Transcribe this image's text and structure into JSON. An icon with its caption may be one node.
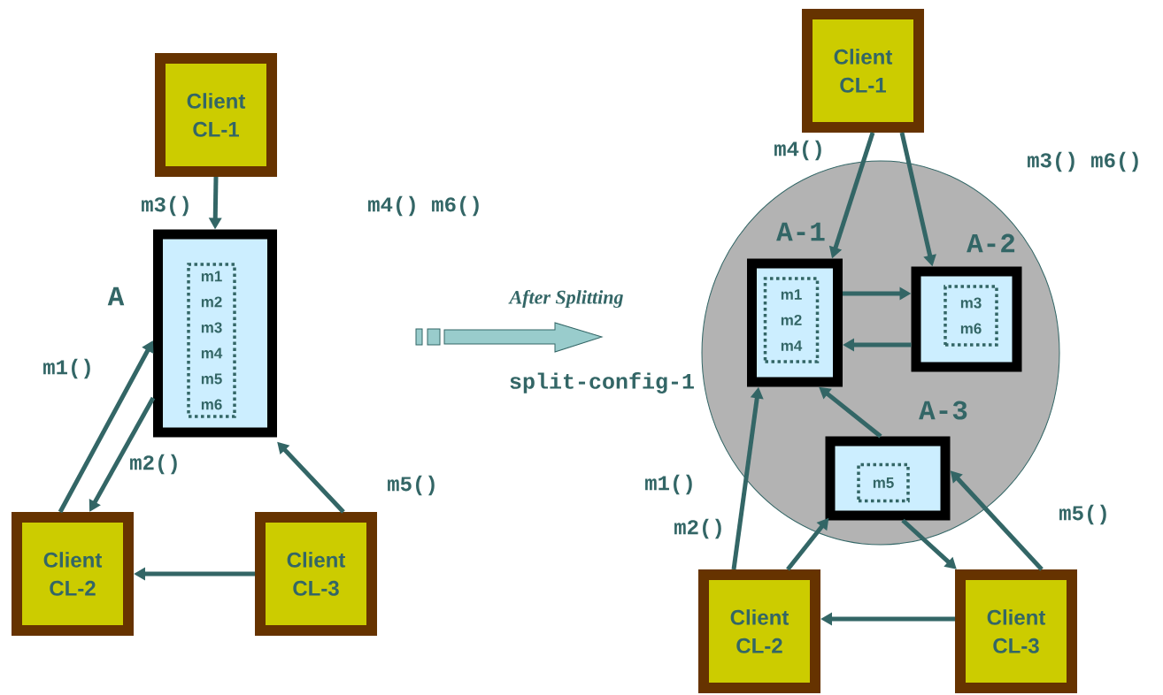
{
  "diagram": {
    "nodes": [
      {
        "text": [
          "Client CL-1"
        ]
      },
      {
        "text": [
          "A"
        ]
      },
      {
        "text": [
          "m1 m2 m3 m4 m5 m6"
        ],
        "in": 1
      },
      {
        "text": [
          "Client CL-2"
        ]
      },
      {
        "text": [
          "Client CL-3"
        ]
      },
      {
        "text": [
          "Client CL-1"
        ]
      },
      {
        "text": [],
        "shape": "circle"
      },
      {
        "text": [
          "A-1"
        ],
        "in": 6
      },
      {
        "text": [
          "m1 m2 m4"
        ],
        "in": 7
      },
      {
        "text": [
          "A-2"
        ],
        "in": 6
      },
      {
        "text": [
          "m3 m6"
        ],
        "in": 9
      },
      {
        "text": [
          "A-3"
        ],
        "in": 6
      },
      {
        "text": [
          "m5"
        ],
        "in": 11
      },
      {
        "text": [
          "Client CL-2"
        ]
      },
      {
        "text": [
          "Client CL-3"
        ]
      }
    ],
    "edges": [
      {
        "from": 0,
        "to": 1,
        "arrow": "to",
        "label": "m3()"
      },
      {
        "from": 3,
        "to": 1,
        "arrow": "to",
        "label": "m1()"
      },
      {
        "from": 1,
        "to": 3,
        "arrow": "to",
        "label": "m2()"
      },
      {
        "from": 4,
        "to": 1,
        "arrow": "to",
        "label": "m5()"
      },
      {
        "from": 4,
        "to": 3,
        "arrow": "to"
      },
      {
        "from": 5,
        "to": 7,
        "arrow": "to"
      },
      {
        "from": 5,
        "to": 9,
        "arrow": "to"
      },
      {
        "from": 7,
        "to": 9,
        "arrow": "to"
      },
      {
        "from": 9,
        "to": 7,
        "arrow": "to"
      },
      {
        "from": 11,
        "to": 7,
        "arrow": "to"
      },
      {
        "from": 13,
        "to": 7,
        "arrow": "to"
      },
      {
        "from": 13,
        "to": 11,
        "arrow": "to"
      },
      {
        "from": 11,
        "to": 14,
        "arrow": "to"
      },
      {
        "from": 14,
        "to": 11,
        "arrow": "to"
      },
      {
        "from": 14,
        "to": 13,
        "arrow": "to"
      }
    ],
    "labels": [
      "m4() m6()",
      "After Splitting",
      "split-config-1",
      "m4()",
      "m3() m6()",
      "m1()",
      "m2()",
      "m5()"
    ]
  }
}
